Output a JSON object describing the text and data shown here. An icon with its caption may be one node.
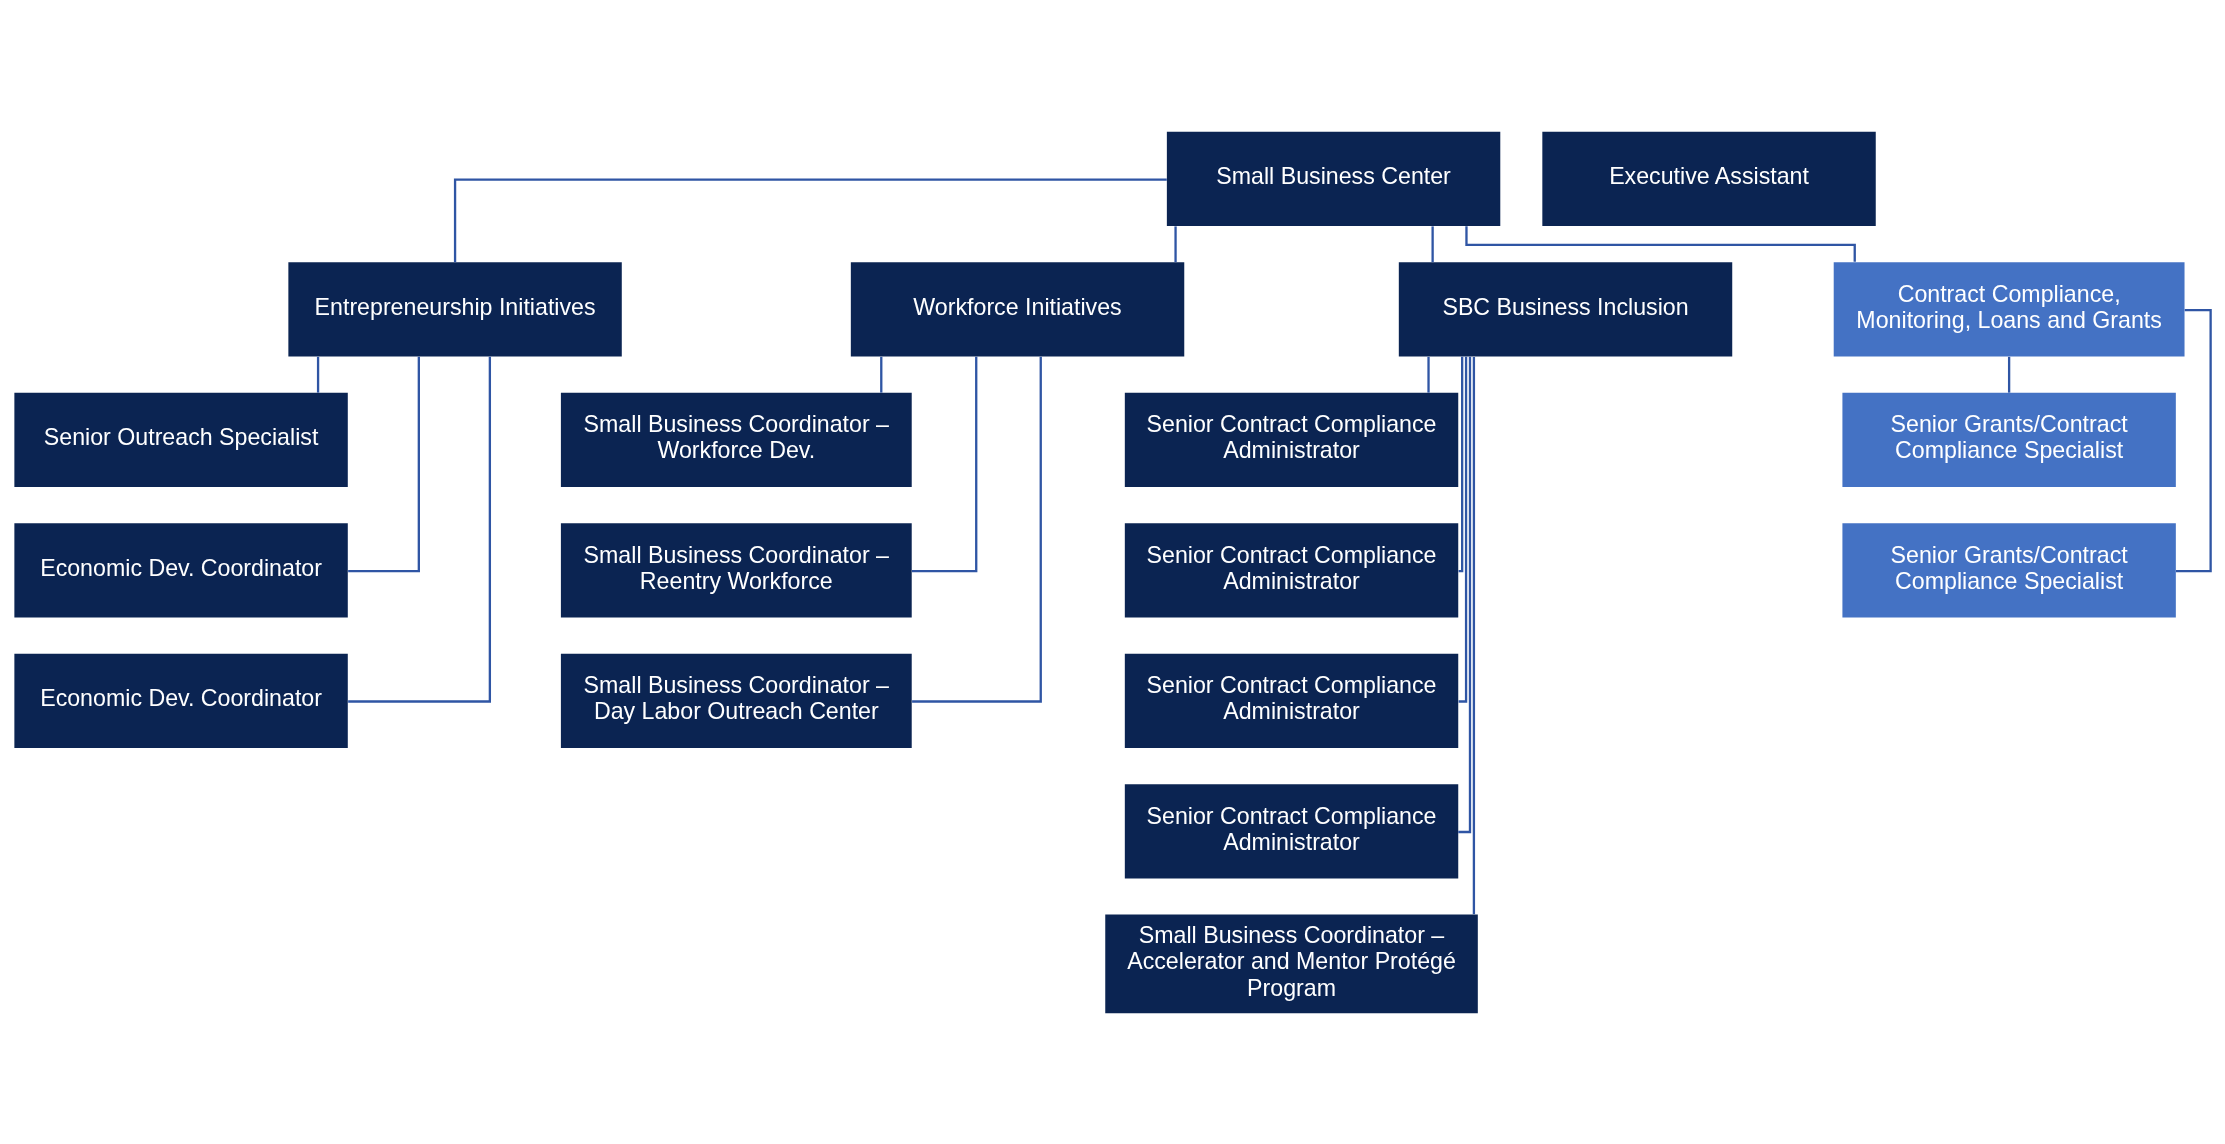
{
  "diagram": {
    "nodes": [
      {
        "text": [
          "Small Business Center"
        ]
      },
      {
        "text": [
          "Executive Assistant"
        ]
      },
      {
        "text": [
          "Entrepreneurship Initiatives"
        ]
      },
      {
        "text": [
          "Workforce Initiatives"
        ]
      },
      {
        "text": [
          "SBC Business Inclusion"
        ]
      },
      {
        "text": [
          "Contract Compliance, Monitoring, Loans and Grants"
        ]
      },
      {
        "text": [
          "Senior Outreach Specialist"
        ]
      },
      {
        "text": [
          "Economic Dev. Coordinator"
        ]
      },
      {
        "text": [
          "Economic Dev. Coordinator"
        ]
      },
      {
        "text": [
          "Small Business Coordinator – Workforce Dev."
        ]
      },
      {
        "text": [
          "Small Business Coordinator – Reentry Workforce"
        ]
      },
      {
        "text": [
          "Small Business Coordinator – Day Labor Outreach Center"
        ]
      },
      {
        "text": [
          "Senior Contract Compliance Administrator"
        ]
      },
      {
        "text": [
          "Senior Contract Compliance Administrator"
        ]
      },
      {
        "text": [
          "Senior Contract Compliance Administrator"
        ]
      },
      {
        "text": [
          "Senior Contract Compliance Administrator"
        ]
      },
      {
        "text": [
          "Small Business Coordinator – Accelerator and Mentor Protégé Program"
        ]
      },
      {
        "text": [
          "Senior Grants/Contract Compliance Specialist"
        ]
      },
      {
        "text": [
          "Senior Grants/Contract Compliance Specialist"
        ]
      }
    ],
    "edges": [
      {
        "from": 0,
        "to": 2,
        "arrow": "none"
      },
      {
        "from": 0,
        "to": 3,
        "arrow": "none"
      },
      {
        "from": 0,
        "to": 4,
        "arrow": "none"
      },
      {
        "from": 0,
        "to": 5,
        "arrow": "none"
      },
      {
        "from": 2,
        "to": 6,
        "arrow": "none"
      },
      {
        "from": 2,
        "to": 7,
        "arrow": "none"
      },
      {
        "from": 2,
        "to": 8,
        "arrow": "none"
      },
      {
        "from": 3,
        "to": 9,
        "arrow": "none"
      },
      {
        "from": 3,
        "to": 10,
        "arrow": "none"
      },
      {
        "from": 3,
        "to": 11,
        "arrow": "none"
      },
      {
        "from": 4,
        "to": 12,
        "arrow": "none"
      },
      {
        "from": 4,
        "to": 13,
        "arrow": "none"
      },
      {
        "from": 4,
        "to": 14,
        "arrow": "none"
      },
      {
        "from": 4,
        "to": 15,
        "arrow": "none"
      },
      {
        "from": 4,
        "to": 16,
        "arrow": "none"
      },
      {
        "from": 5,
        "to": 17,
        "arrow": "none"
      },
      {
        "from": 5,
        "to": 18,
        "arrow": "none"
      }
    ]
  }
}
